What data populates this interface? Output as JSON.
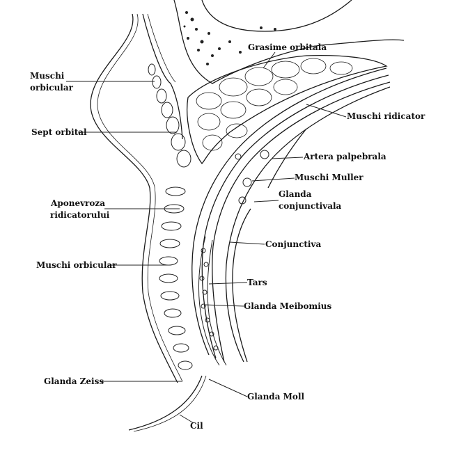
{
  "title": "Sectiune pleoapa superioara",
  "labels": {
    "grasime_orbitala": "Grasime orbitala",
    "muschi_ridicator": "Muschi ridicator",
    "artera_palpebrala": "Artera palpebrala",
    "muschi_muller": "Muschi Muller",
    "glanda_conjunctivala_1": "Glanda",
    "glanda_conjunctivala_2": "conjunctivala",
    "conjunctiva": "Conjunctiva",
    "tars": "Tars",
    "glanda_meibomius": "Glanda Meibomius",
    "glanda_moll": "Glanda Moll",
    "cil": "Cil",
    "glanda_zeiss": "Glanda Zeiss",
    "muschi_orbicular_inf": "Muschi orbicular",
    "aponevroza_1": "Aponevroza",
    "aponevroza_2": "ridicatorului",
    "sept_orbital": "Sept orbital",
    "muschi_orbicular_sup_1": "Muschi",
    "muschi_orbicular_sup_2": "orbicular"
  }
}
